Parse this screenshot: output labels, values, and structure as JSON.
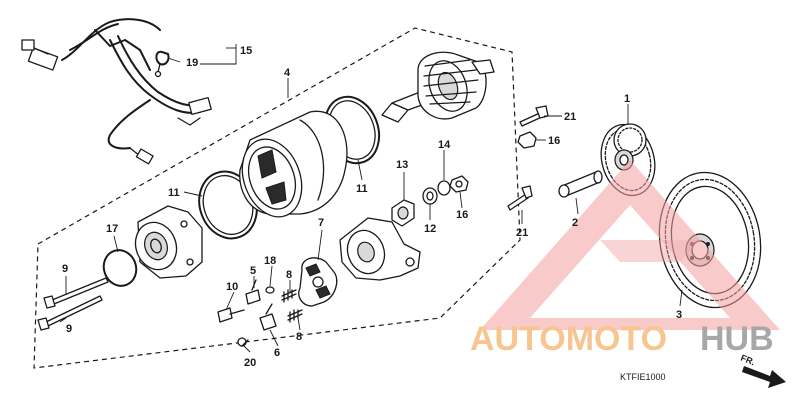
{
  "diagram": {
    "callouts": {
      "c1": "1",
      "c2": "2",
      "c3": "3",
      "c4": "4",
      "c5": "5",
      "c6": "6",
      "c7": "7",
      "c8a": "8",
      "c8b": "8",
      "c9a": "9",
      "c9b": "9",
      "c10": "10",
      "c11a": "11",
      "c11b": "11",
      "c12": "12",
      "c13": "13",
      "c14": "14",
      "c15": "15",
      "c16a": "16",
      "c16b": "16",
      "c17": "17",
      "c18": "18",
      "c19": "19",
      "c20": "20",
      "c21a": "21",
      "c21b": "21"
    },
    "diagram_code": "KTFIE1000",
    "front_label": "FR."
  },
  "watermark": {
    "text_left": "AUTOMOTO",
    "text_right": "HUB",
    "triangle_color": "#f2a0a0",
    "text_color": "#f5b26b",
    "text_right_color": "#8a8a8a"
  }
}
